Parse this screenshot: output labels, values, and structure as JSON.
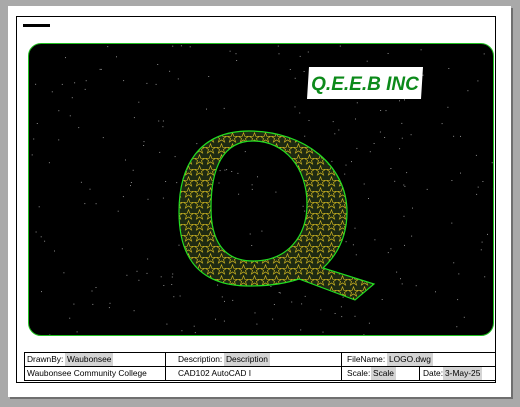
{
  "logo": {
    "company": "Q.E.E.B INC",
    "letter": "Q"
  },
  "title_block": {
    "drawn_by_label": "DrawnBy:",
    "drawn_by_value": "Waubonsee",
    "description_label": "Description:",
    "description_value": "Description",
    "filename_label": "FileName:",
    "filename_value": "LOGO.dwg",
    "school": "Waubonsee Community College",
    "course": "CAD102 AutoCAD I",
    "scale_label": "Scale:",
    "scale_value": "Scale",
    "date_label": "Date:",
    "date_value": "3-May-25"
  },
  "colors": {
    "outline": "#22dd22",
    "hatch": "#c8b020",
    "fill": "#2a3a1a",
    "banner_text": "#0c8a1a"
  }
}
